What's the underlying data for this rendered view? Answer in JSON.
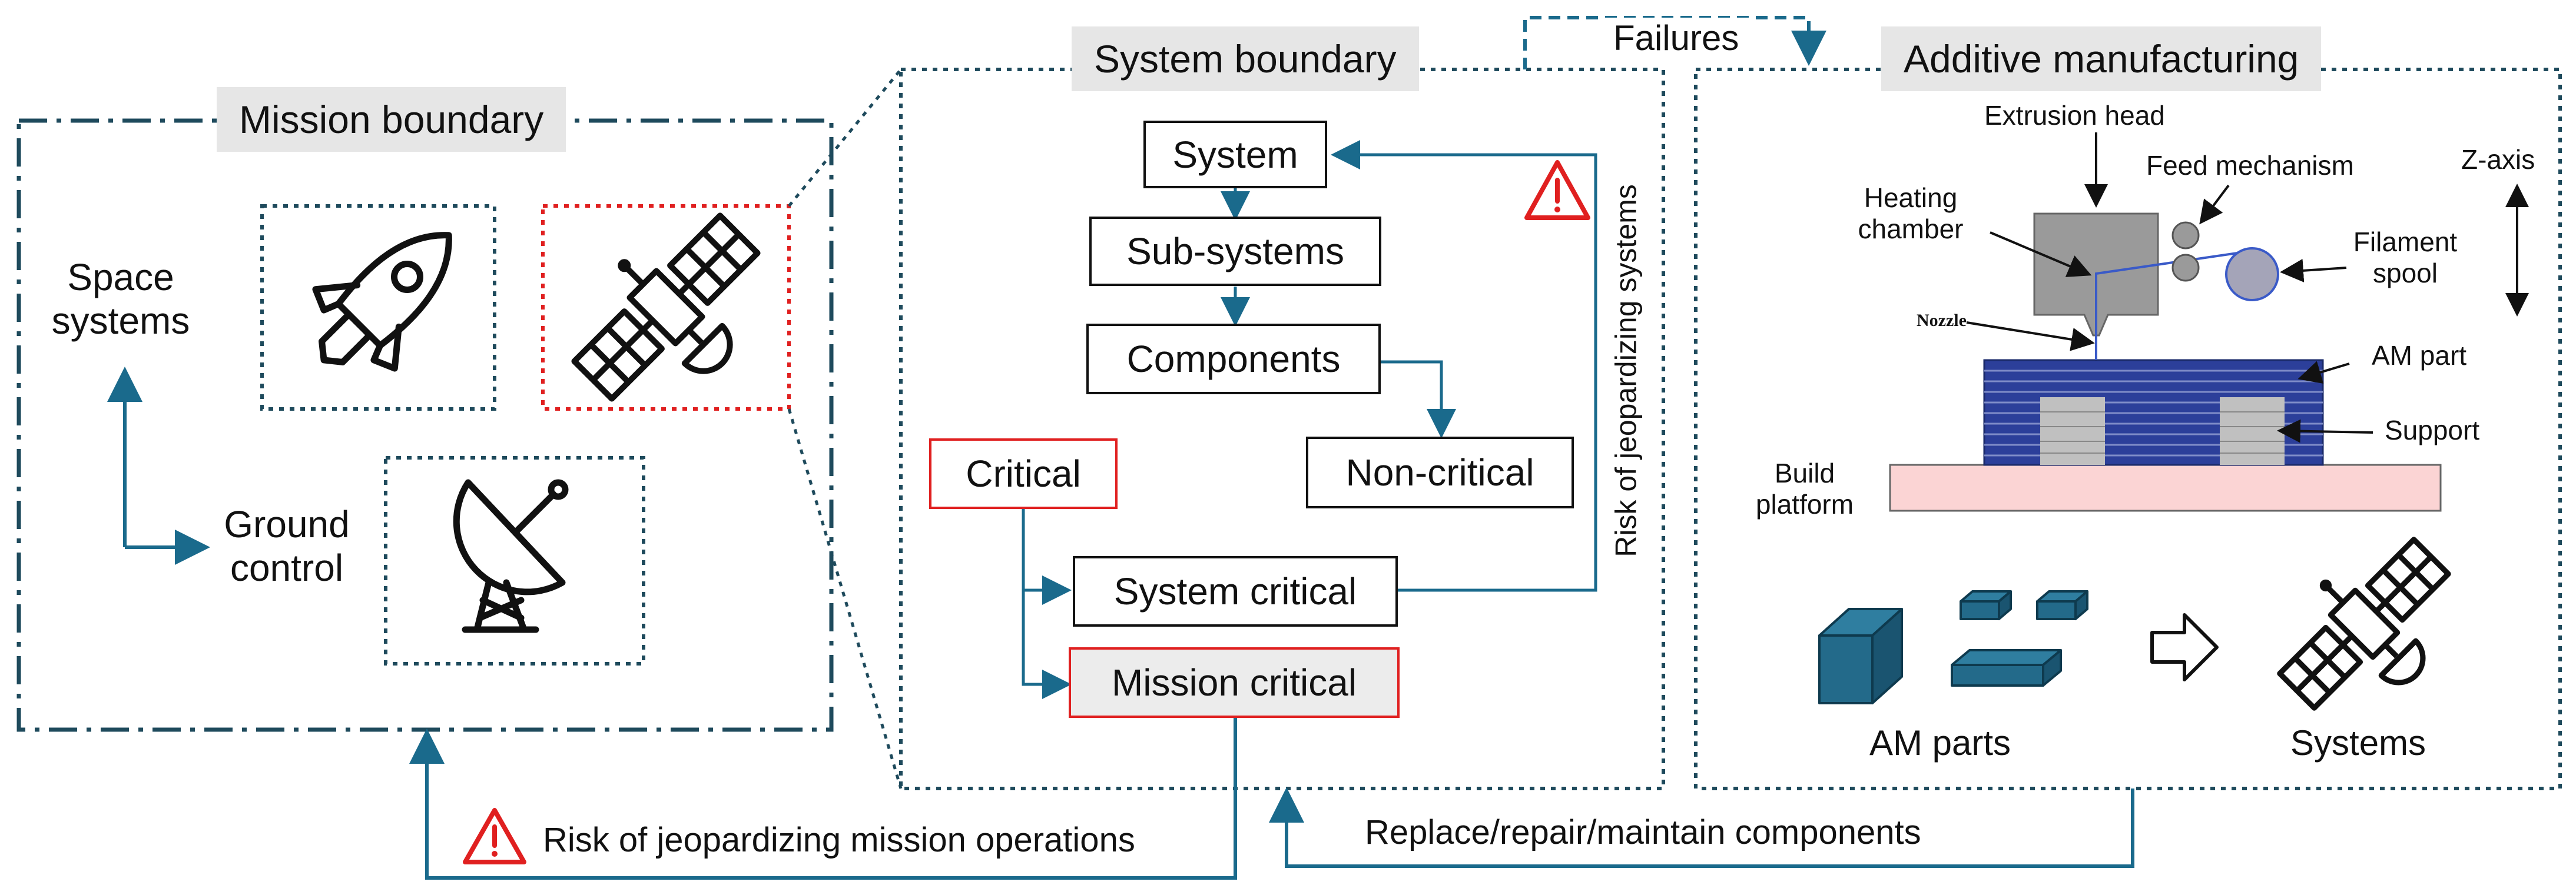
{
  "colors": {
    "accent_blue": "#1a6a8c",
    "dark_teal": "#1e4a5c",
    "alert_red": "#e02020",
    "title_chip_bg": "#e6e6e6",
    "am_part_blue": "#2c3f9a",
    "support_gray": "#c0c0c0",
    "platform_pink": "#fbd4d4"
  },
  "mission": {
    "title": "Mission boundary",
    "space_line1": "Space",
    "space_line2": "systems",
    "ground_line1": "Ground",
    "ground_line2": "control",
    "icons": [
      "rocket-icon",
      "satellite-icon",
      "ground-antenna-icon"
    ]
  },
  "system": {
    "title": "System boundary",
    "system_label": "System",
    "subsystems_label": "Sub-systems",
    "components_label": "Components",
    "critical_label": "Critical",
    "noncritical_label": "Non-critical",
    "system_critical_label": "System critical",
    "mission_critical_label": "Mission critical",
    "risk_systems_label": "Risk of jeopardizing systems"
  },
  "failures_label": "Failures",
  "am": {
    "title": "Additive manufacturing",
    "extrusion_head": "Extrusion head",
    "feed_mechanism": "Feed mechanism",
    "heating_line1": "Heating",
    "heating_line2": "chamber",
    "filament_line1": "Filament",
    "filament_line2": "spool",
    "nozzle": "Nozzle",
    "am_part": "AM part",
    "support": "Support",
    "build_line1": "Build",
    "build_line2": "platform",
    "z_axis": "Z-axis",
    "am_parts_label": "AM parts",
    "systems_label": "Systems"
  },
  "bottom": {
    "risk_mission_label": "Risk of jeopardizing mission operations",
    "replace_label": "Replace/repair/maintain components"
  }
}
